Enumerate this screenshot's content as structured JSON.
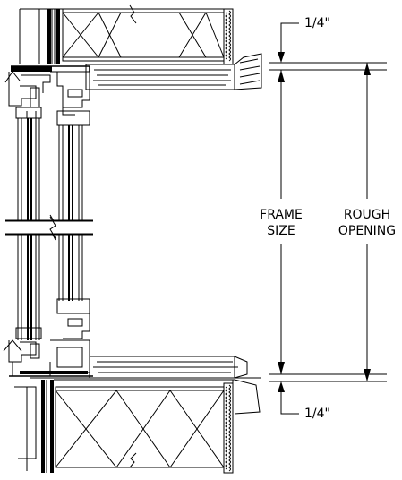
{
  "drawing": {
    "top_gap_label": "1/4\"",
    "bottom_gap_label": "1/4\"",
    "frame_size_label": [
      "FRAME",
      "SIZE"
    ],
    "rough_opening_label": [
      "ROUGH",
      "OPENING"
    ]
  }
}
